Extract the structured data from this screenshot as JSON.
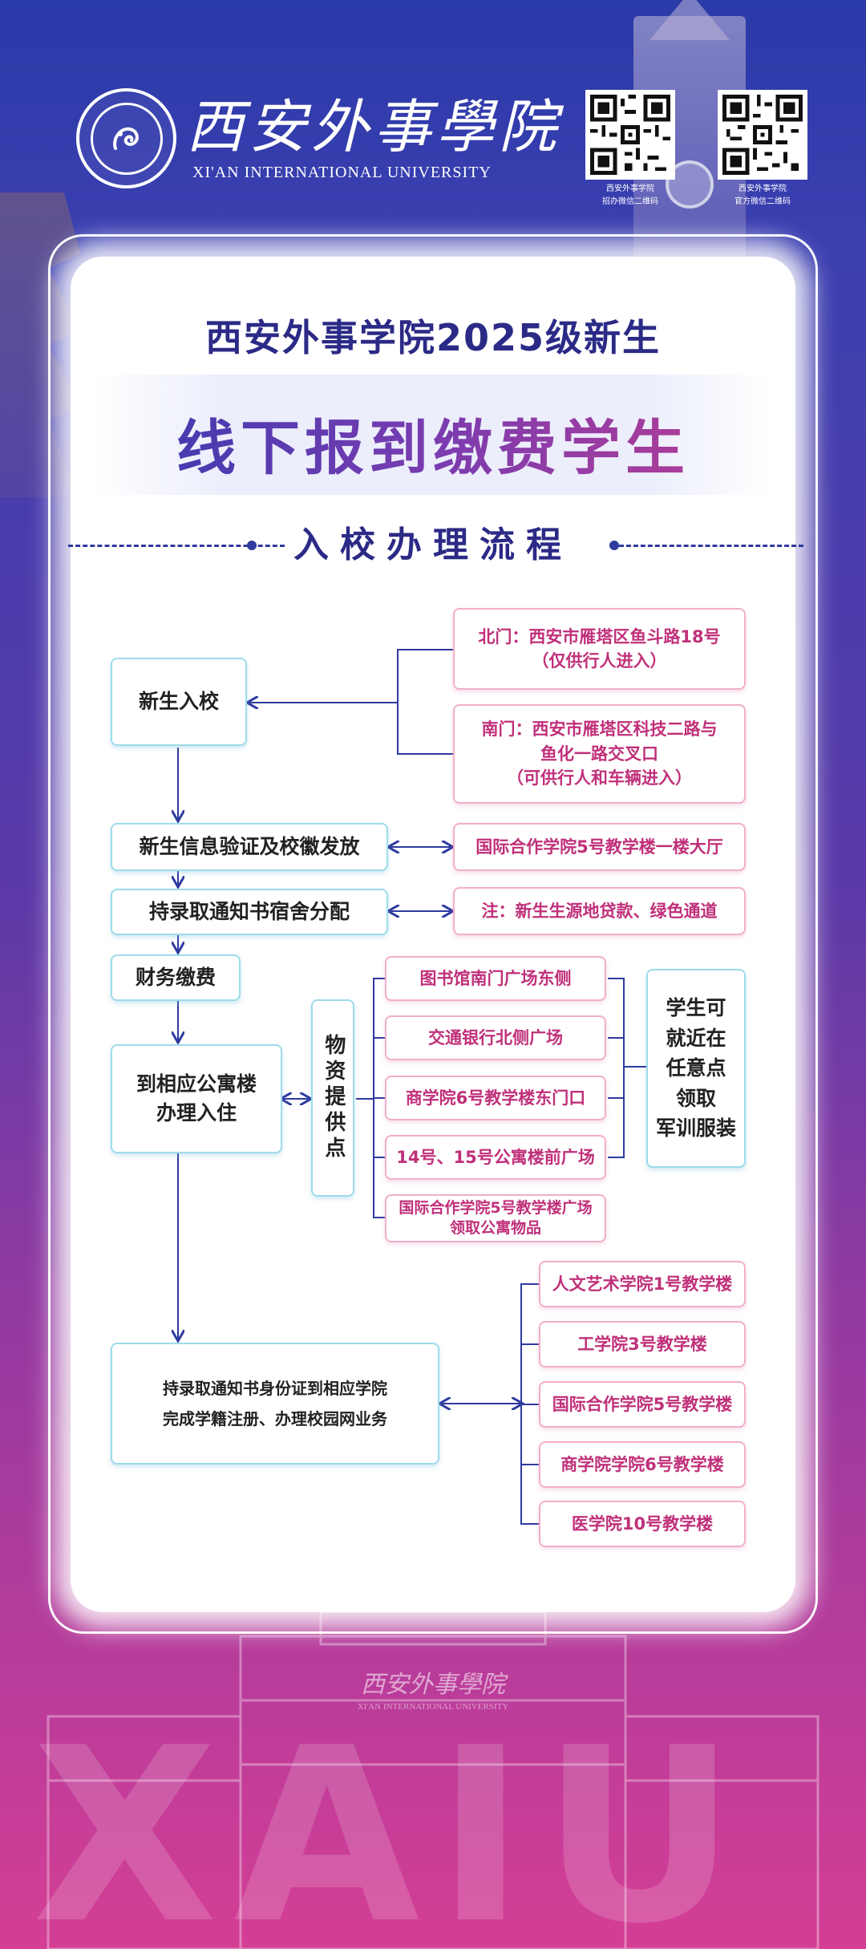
{
  "header": {
    "logo_name": "西安外事學院",
    "logo_en": "XI'AN INTERNATIONAL UNIVERSITY",
    "qr_codes": [
      {
        "caption_line1": "西安外事学院",
        "caption_line2": "招办微信二维码"
      },
      {
        "caption_line1": "西安外事学院",
        "caption_line2": "官方微信二维码"
      }
    ]
  },
  "title": {
    "line1": "西安外事学院2025级新生",
    "line2": "线下报到缴费学生"
  },
  "section_title": "入校办理流程",
  "flow": {
    "step1": "新生入校",
    "north_gate": [
      "北门：西安市雁塔区鱼斗路18号",
      "（仅供行人进入）"
    ],
    "south_gate": [
      "南门：西安市雁塔区科技二路与",
      "鱼化一路交叉口",
      "（可供行人和车辆进入）"
    ],
    "step2": "新生信息验证及校徽发放",
    "step2_location": "国际合作学院5号教学楼一楼大厅",
    "step3": "持录取通知书宿舍分配",
    "step3_note": "注：新生生源地贷款、绿色通道",
    "step4": "财务缴费",
    "step5": [
      "到相应公寓楼",
      "办理入住"
    ],
    "supply_label": "物资提供点",
    "supply_points": [
      "图书馆南门广场东侧",
      "交通银行北侧广场",
      "商学院6号教学楼东门口",
      "14号、15号公寓楼前广场",
      [
        "国际合作学院5号教学楼广场",
        "领取公寓物品"
      ]
    ],
    "uniform_note": [
      "学生可",
      "就近在",
      "任意点",
      "领取",
      "军训服装"
    ],
    "step6": [
      "持录取通知书身份证到相应学院",
      "完成学籍注册、办理校园网业务"
    ],
    "colleges": [
      "人文艺术学院1号教学楼",
      "工学院3号教学楼",
      "国际合作学院5号教学楼",
      "商学院学院6号教学楼",
      "医学院10号教学楼"
    ]
  },
  "footer": {
    "watermark_name": "西安外事學院",
    "watermark_en": "XI'AN INTERNATIONAL UNIVERSITY",
    "watermark_letters": "XAIU"
  },
  "colors": {
    "accent_blue": "#2b2a86",
    "accent_pink": "#c0307a",
    "box_blue_border": "#9edbea",
    "box_pink_border": "#f2aecb"
  }
}
